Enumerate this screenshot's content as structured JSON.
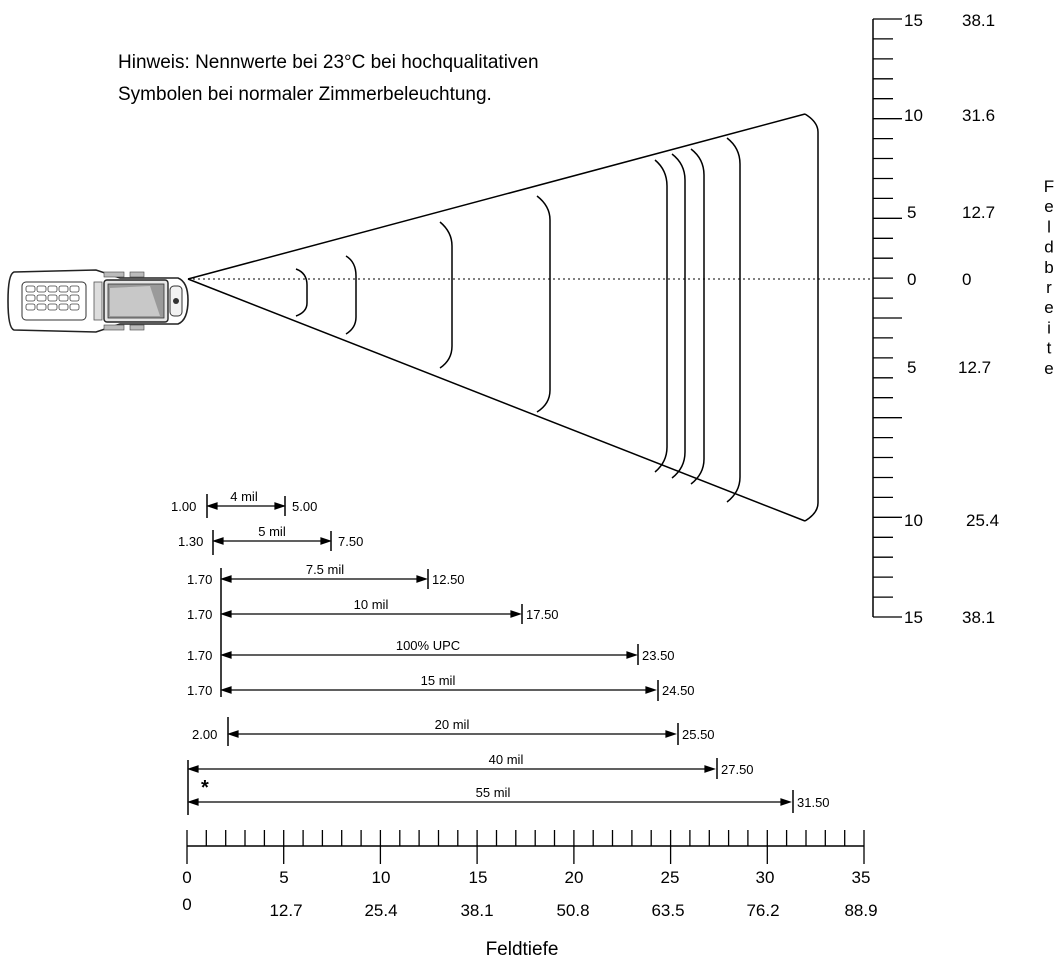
{
  "note": {
    "line1": "Hinweis: Nennwerte bei 23°C bei hochqualitativen",
    "line2": "Symbolen bei normaler Zimmerbeleuchtung."
  },
  "x_axis": {
    "title": "Feldtiefe",
    "ticks_inch": [
      "0",
      "5",
      "10",
      "15",
      "20",
      "25",
      "30",
      "35"
    ],
    "ticks_cm": [
      "0",
      "12.7",
      "25.4",
      "38.1",
      "50.8",
      "63.5",
      "76.2",
      "88.9"
    ]
  },
  "y_axis": {
    "title": "Feldbreite",
    "ticks_inch": [
      "15",
      "10",
      "5",
      "0",
      "5",
      "10",
      "15"
    ],
    "ticks_cm": [
      "38.1",
      "31.6",
      "12.7",
      "0",
      "12.7",
      "25.4",
      "38.1"
    ]
  },
  "ranges": [
    {
      "label": "4 mil",
      "near": "1.00",
      "far": "5.00"
    },
    {
      "label": "5 mil",
      "near": "1.30",
      "far": "7.50"
    },
    {
      "label": "7.5 mil",
      "near": "1.70",
      "far": "12.50"
    },
    {
      "label": "10 mil",
      "near": "1.70",
      "far": "17.50"
    },
    {
      "label": "100% UPC",
      "near": "1.70",
      "far": "23.50"
    },
    {
      "label": "15 mil",
      "near": "1.70",
      "far": "24.50"
    },
    {
      "label": "20 mil",
      "near": "2.00",
      "far": "25.50"
    },
    {
      "label": "40 mil",
      "near": "",
      "far": "27.50"
    },
    {
      "label": "55 mil",
      "near": "",
      "far": "31.50"
    }
  ],
  "footnote_marker": "*",
  "device": {
    "icon": "handheld-scanner-icon"
  }
}
